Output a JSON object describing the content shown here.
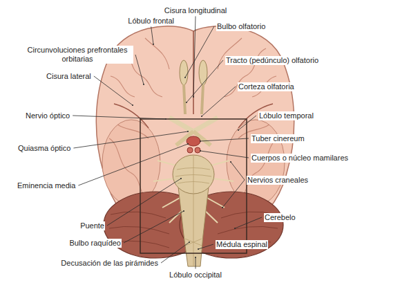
{
  "diagram": {
    "labels": [
      "Cisura longitudinal",
      "Lóbulo frontal",
      "Bulbo olfatorio",
      "Circunvoluciones prefrontales orbitarias",
      "Tracto (pedúnculo) olfatorio",
      "Cisura lateral",
      "Corteza olfatoria",
      "Nervio óptico",
      "Lóbulo temporal",
      "Tuber cinereum",
      "Quiasma óptico",
      "Cuerpos o núcleo mamilares",
      "Nervios craneales",
      "Eminencia media",
      "Cerebelo",
      "Puente",
      "Médula espinal",
      "Bulbo raquídeo",
      "Decusación de las pirámides",
      "Lóbulo occipital"
    ]
  }
}
